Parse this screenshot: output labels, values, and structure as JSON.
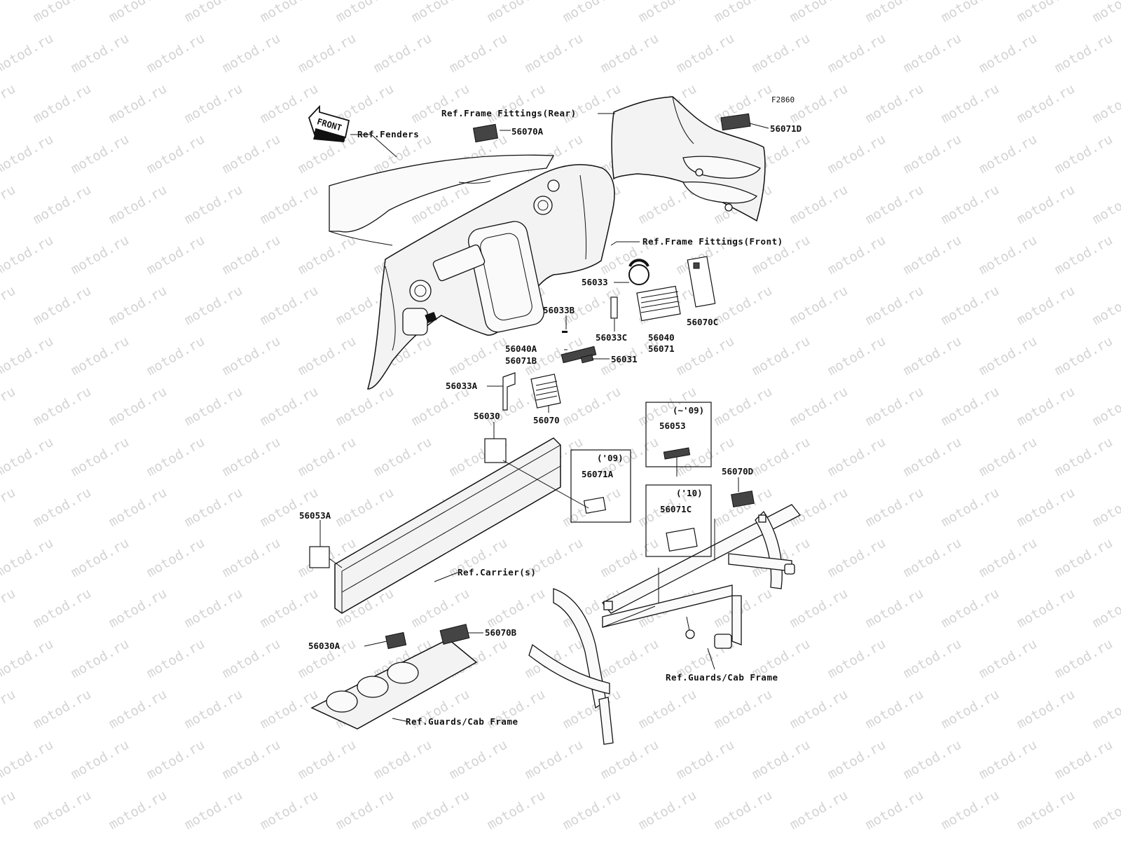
{
  "figure_code": "F2860",
  "watermark": "motod.ru",
  "front_arrow": "FRONT",
  "refs": {
    "frame_fittings_rear": "Ref.Frame Fittings(Rear)",
    "fenders": "Ref.Fenders",
    "frame_fittings_front": "Ref.Frame Fittings(Front)",
    "carriers": "Ref.Carrier(s)",
    "guards_cab_frame_right": "Ref.Guards/Cab Frame",
    "guards_cab_frame_bottom": "Ref.Guards/Cab Frame"
  },
  "parts": {
    "p56070A": "56070A",
    "p56071D": "56071D",
    "p56033": "56033",
    "p56033B": "56033B",
    "p56070C": "56070C",
    "p56033C": "56033C",
    "p56040": "56040",
    "p56071": "56071",
    "p56040A": "56040A",
    "p56071B": "56071B",
    "p56031": "56031",
    "p56033A": "56033A",
    "p56070": "56070",
    "p56030": "56030",
    "p56053": "56053",
    "p56071A": "56071A",
    "p56070D": "56070D",
    "p56071C": "56071C",
    "p56053A": "56053A",
    "p56030A": "56030A",
    "p56070B": "56070B"
  },
  "years": {
    "y56053": "(~'09)",
    "y56071A": "('09)",
    "y56071C": "('10)"
  }
}
